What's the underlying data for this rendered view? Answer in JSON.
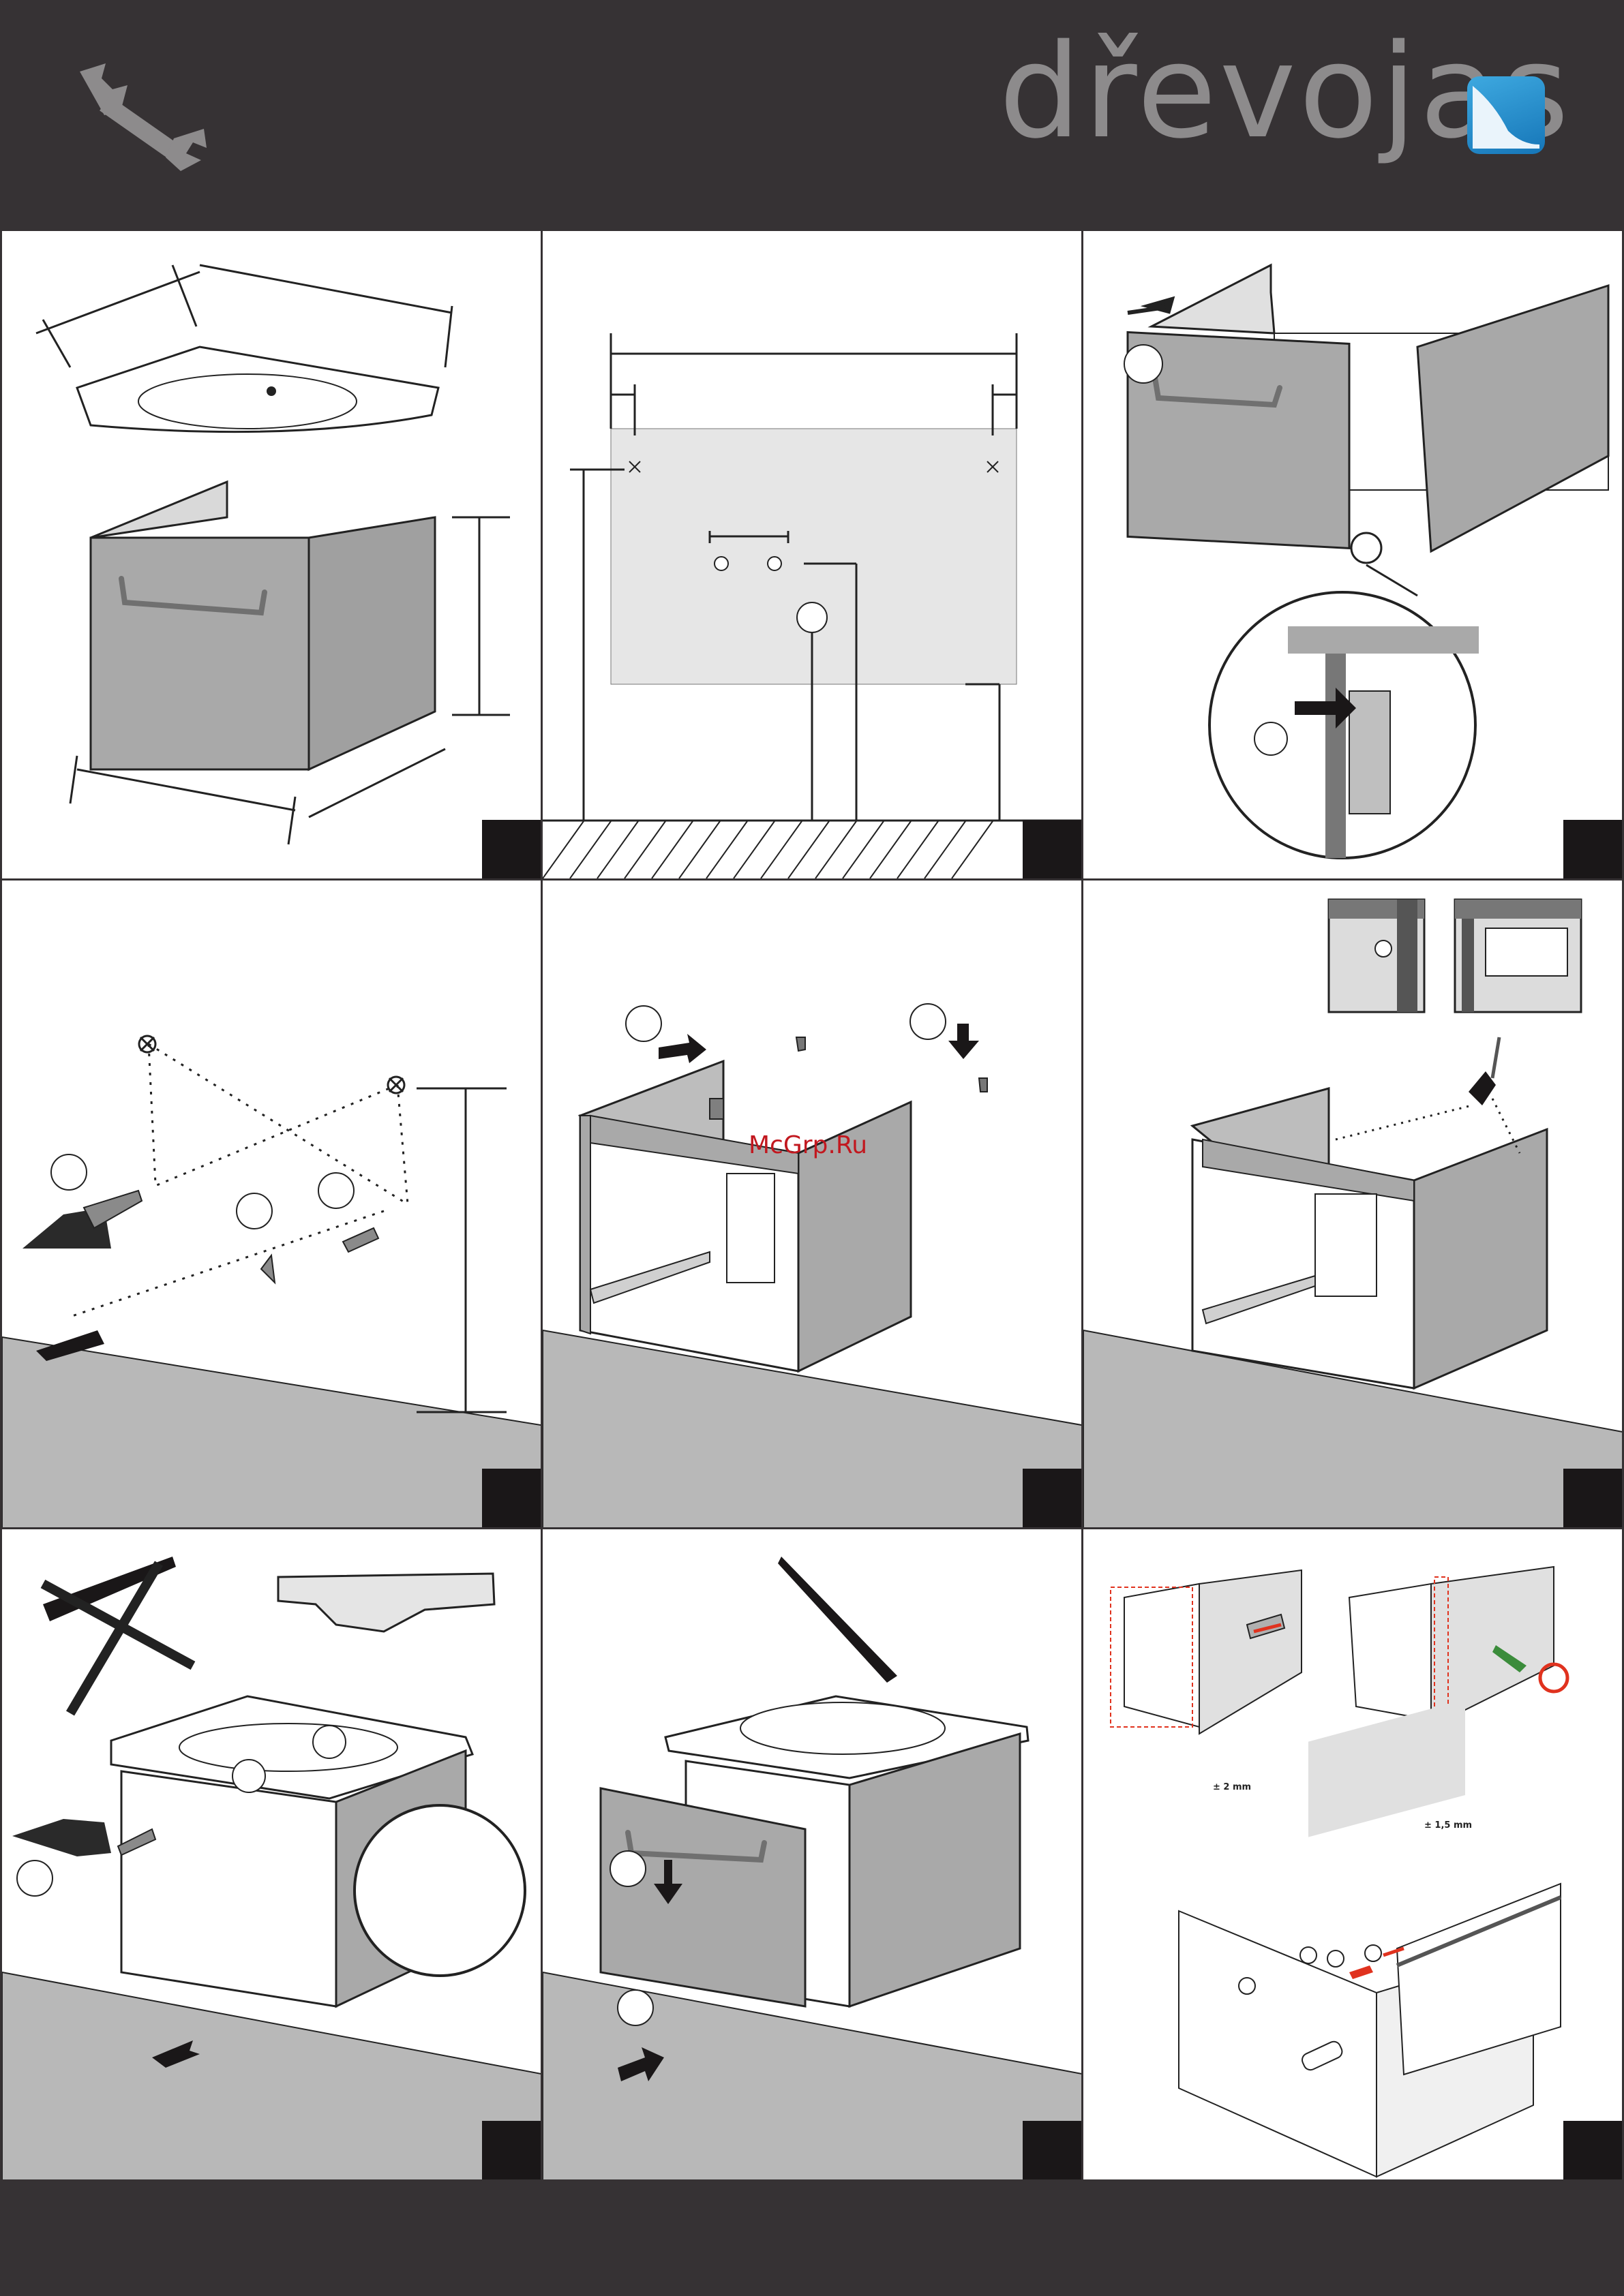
{
  "header": {
    "brand_name": "dřevojas"
  },
  "watermark": "McGrp.Ru",
  "labels": {
    "tolerance_2mm": "± 2 mm",
    "tolerance_1_5mm": "± 1,5 mm"
  },
  "colors": {
    "dark_band": "#363234",
    "cabinet_grey": "#a9a9a9",
    "floor_grey": "#b8b8b8",
    "accent_blue": "#1e88cf",
    "arrow_red": "#e0321e"
  },
  "icons": [
    "wrench-icon",
    "brand-logo-icon"
  ]
}
